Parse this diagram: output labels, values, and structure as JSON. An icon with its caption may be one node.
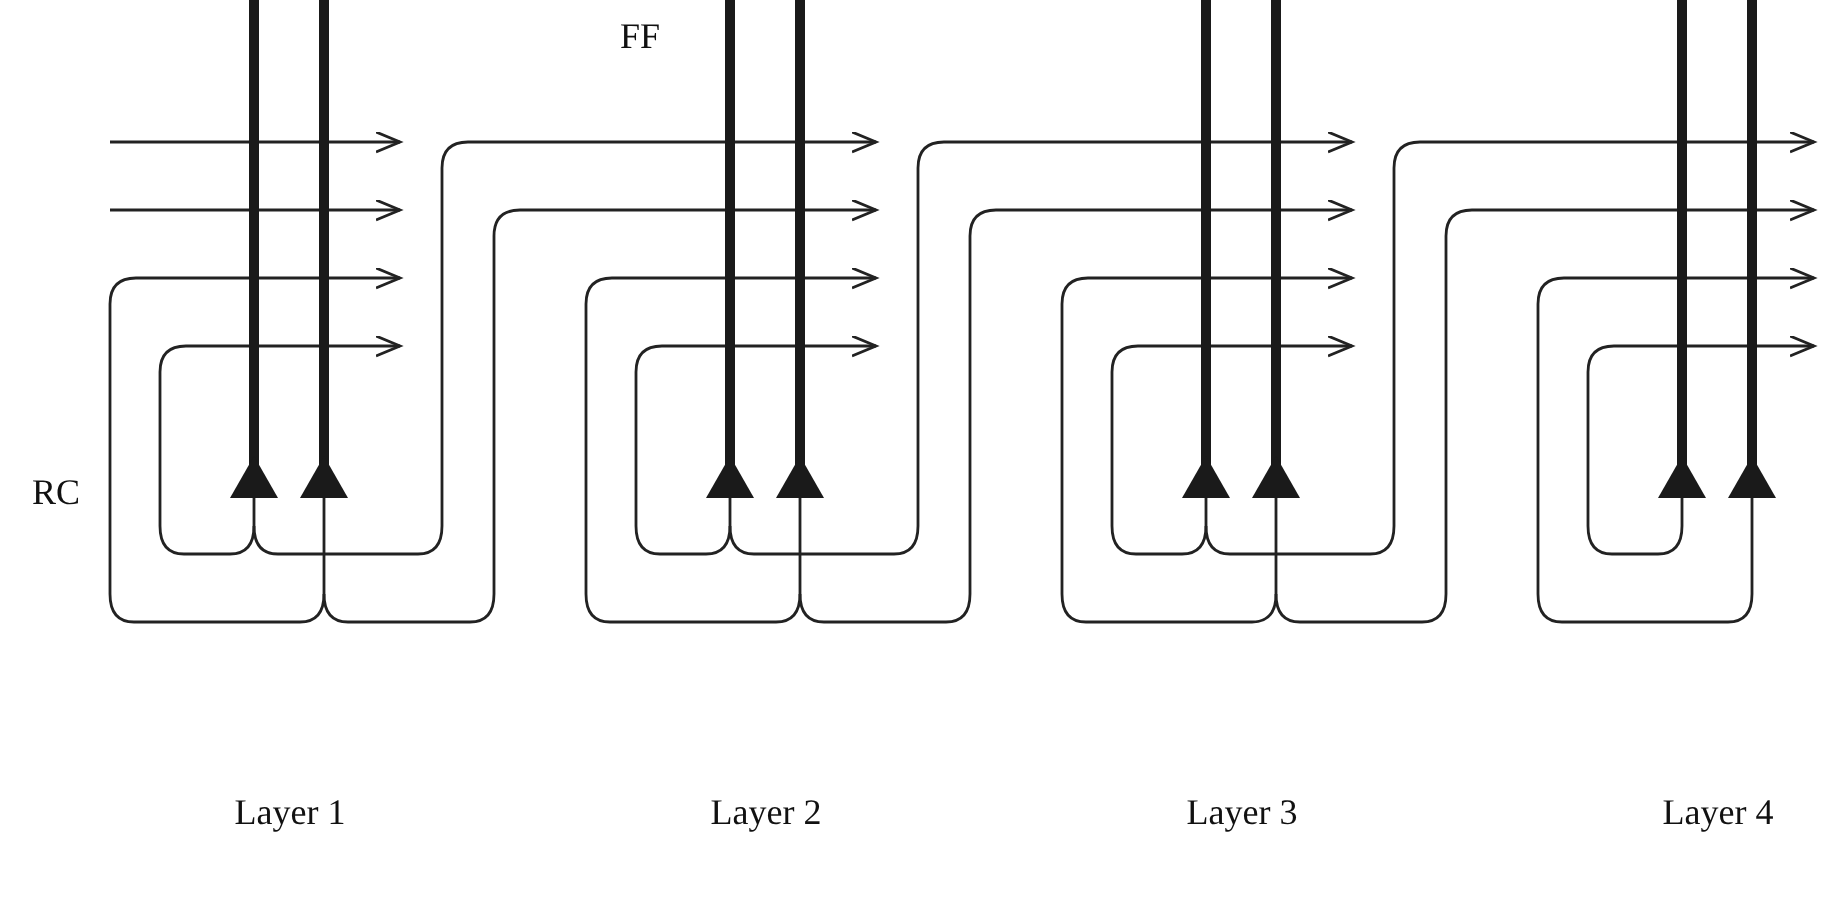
{
  "diagram": {
    "labels": [
      "FF",
      "RC",
      "Layer 1",
      "Layer 2",
      "Layer 3",
      "Layer 4"
    ]
  }
}
